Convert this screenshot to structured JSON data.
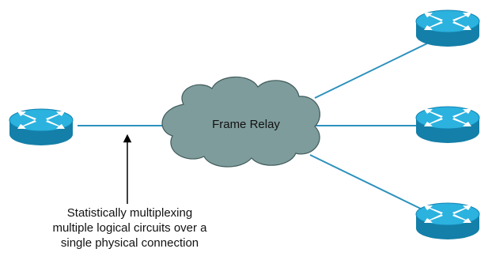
{
  "cloud": {
    "label": "Frame Relay"
  },
  "annotation": {
    "lines": [
      "Statistically multiplexing",
      "multiple logical circuits over a",
      "single physical connection"
    ]
  },
  "colors": {
    "router_body": "#1C9AC9",
    "router_top": "#2BB2DF",
    "router_side": "#147FA8",
    "router_arrow": "#FFFFFF",
    "link": "#2C91BE",
    "cloud_fill": "#7F9C9C",
    "cloud_stroke": "#3F5A5A",
    "arrow": "#000000"
  },
  "icons": {
    "router": "router-icon",
    "cloud": "cloud-icon"
  }
}
